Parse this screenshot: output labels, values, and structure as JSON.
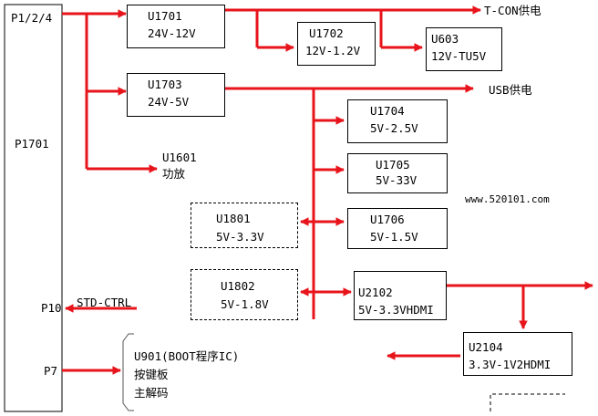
{
  "connector": {
    "id": "P1701",
    "pins_top": "P1/2/4",
    "pin_p10": "P10",
    "pin_p7": "P7"
  },
  "modules": [
    {
      "id": "U1701",
      "desc": "24V-12V"
    },
    {
      "id": "U1702",
      "desc": "12V-1.2V"
    },
    {
      "id": "U603",
      "desc": "12V-TU5V"
    },
    {
      "id": "U1703",
      "desc": "24V-5V"
    },
    {
      "id": "U1704",
      "desc": "5V-2.5V"
    },
    {
      "id": "U1705",
      "desc": "5V-33V"
    },
    {
      "id": "U1706",
      "desc": "5V-1.5V"
    },
    {
      "id": "U1801",
      "desc": "5V-3.3V"
    },
    {
      "id": "U1802",
      "desc": "5V-1.8V"
    },
    {
      "id": "U2102",
      "desc": "5V-3.3VHDMI"
    },
    {
      "id": "U2104",
      "desc": "3.3V-1V2HDMI"
    }
  ],
  "outputs": {
    "tcon": "T-CON供电",
    "usb": "USB供电",
    "amp_id": "U1601",
    "amp_desc": "功放",
    "std_ctrl": "STD-CTRL",
    "u901": "U901(BOOT程序IC)",
    "keyboard": "按键板",
    "decoder": "主解码"
  },
  "watermark": "www.520101.com",
  "colors": {
    "line": "#e8141b",
    "box": "#000000"
  }
}
